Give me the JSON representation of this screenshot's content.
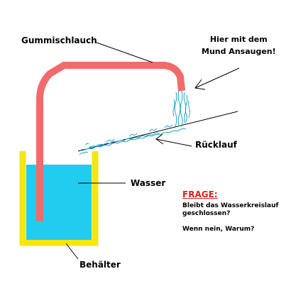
{
  "labels": {
    "hose": "Gummischlauch",
    "suck_line1": "Hier mit dem",
    "suck_line2": "Mund Ansaugen!",
    "return_flow": "Rücklauf",
    "water": "Wasser",
    "container": "Behälter"
  },
  "question": {
    "heading": "FRAGE:",
    "line1": "Bleibt das Wasserkreislauf",
    "line2": "geschlossen?",
    "line3": "Wenn nein, Warum?"
  },
  "colors": {
    "hose": "#f26b6b",
    "water": "#22ccee",
    "container": "#f5e610",
    "question_heading": "#e02020",
    "splash": "#1aa7c9"
  }
}
